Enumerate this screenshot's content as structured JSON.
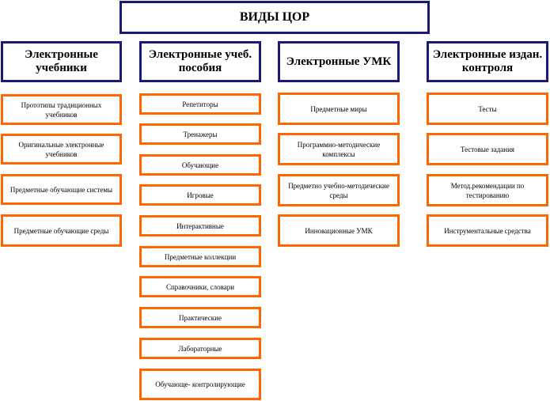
{
  "title": "ВИДЫ ЦОР",
  "categories": [
    {
      "label": "Электронные учебники",
      "items": [
        "Прототипы традиционных учебников",
        "Оригинальные электронные учебников",
        "Предметные обучающие системы",
        "Предметные обучающие среды"
      ]
    },
    {
      "label": "Электронные учеб. пособия",
      "items": [
        "Репетиторы",
        "Тренажеры",
        "Обучающие",
        "Игровые",
        "Интерактивные",
        "Предметные коллекции",
        "Справочники, словари",
        "Практические",
        "Лабораторные",
        "Обучающе- контролирующие"
      ]
    },
    {
      "label": "Электронные УМК",
      "items": [
        "Предметные миры",
        "Программно-методические комплексы",
        "Предметно учебно-методические среды",
        "Инновационные УМК"
      ]
    },
    {
      "label": "Электронные издан. контроля",
      "items": [
        "Тесты",
        "Тестовые задания",
        "Метод.рекомендации по тестированию",
        "Инструментальные средства"
      ]
    }
  ],
  "colors": {
    "category_border": "#1a1a7a",
    "item_border": "#ff6600"
  }
}
